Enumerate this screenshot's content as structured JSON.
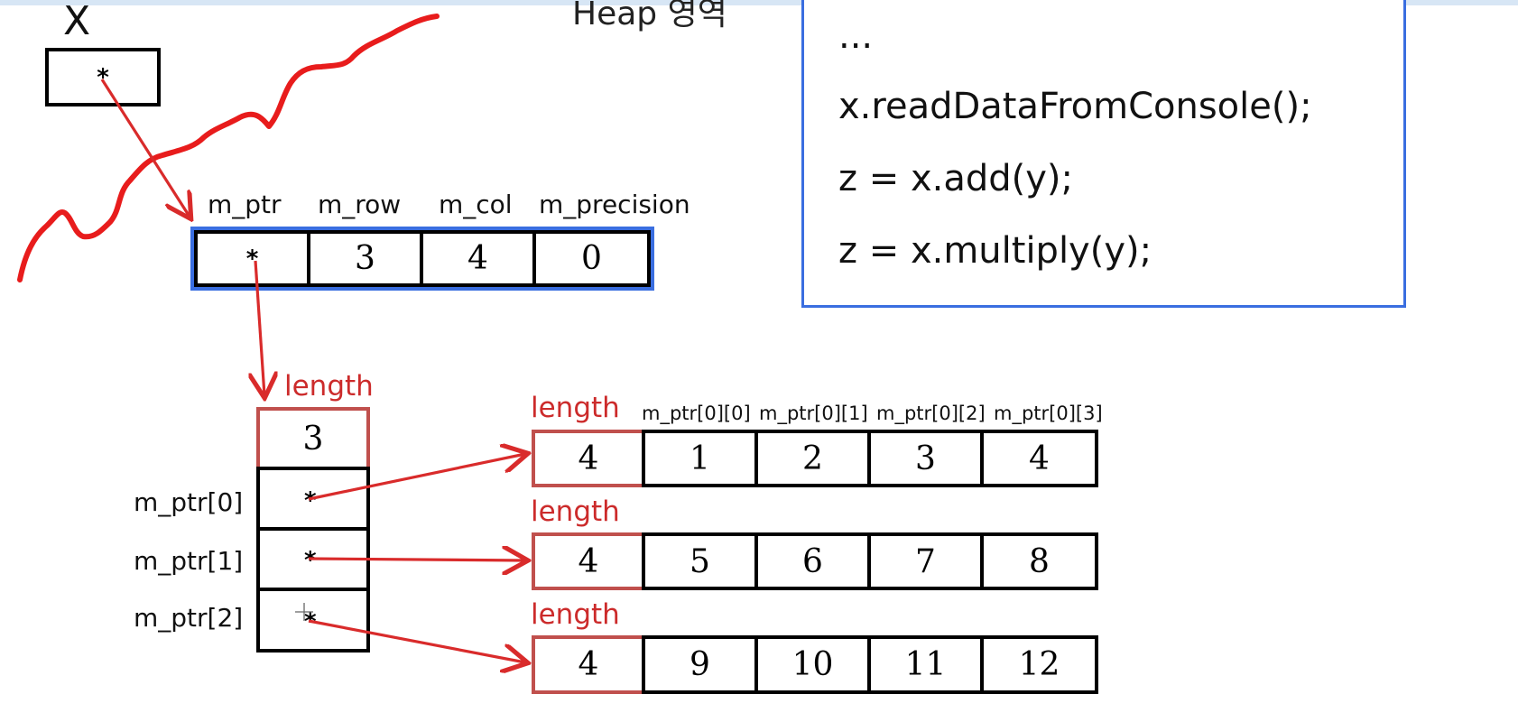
{
  "heap_title": "Heap 영역",
  "x_var": {
    "label": "X",
    "pointer": "*"
  },
  "matrix_object": {
    "field_labels": [
      "m_ptr",
      "m_row",
      "m_col",
      "m_precision"
    ],
    "values": [
      "*",
      "3",
      "4",
      "0"
    ]
  },
  "row_pointer_array": {
    "length_label": "length",
    "length_value": "3",
    "row_labels": [
      "m_ptr[0]",
      "m_ptr[1]",
      "m_ptr[2]"
    ],
    "pointer_glyph": "*"
  },
  "row_arrays": {
    "length_label": "length",
    "column_headers": [
      "m_ptr[0][0]",
      "m_ptr[0][1]",
      "m_ptr[0][2]",
      "m_ptr[0][3]"
    ],
    "rows": [
      {
        "length": "4",
        "values": [
          "1",
          "2",
          "3",
          "4"
        ]
      },
      {
        "length": "4",
        "values": [
          "5",
          "6",
          "7",
          "8"
        ]
      },
      {
        "length": "4",
        "values": [
          "9",
          "10",
          "11",
          "12"
        ]
      }
    ]
  },
  "code_panel": {
    "lines": [
      "...",
      "x.readDataFromConsole();",
      "z = x.add(y);",
      "z = x.multiply(y);"
    ]
  },
  "colors": {
    "arrow": "#d92b2b",
    "length_border": "#c0504d",
    "struct_border": "#3a6ee0",
    "scribble": "#e81c1c"
  }
}
